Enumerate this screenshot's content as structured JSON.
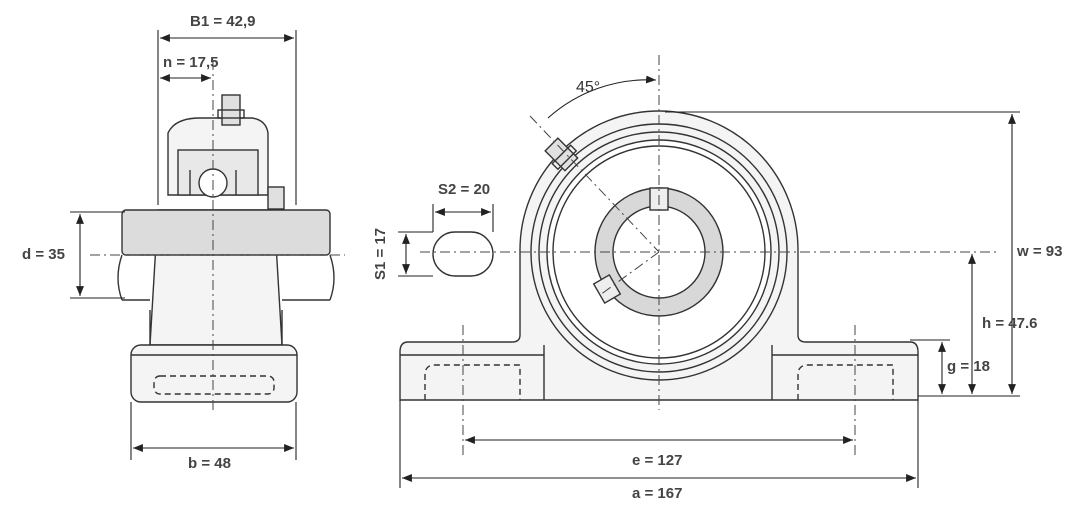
{
  "dimensions": {
    "B1": "B1 = 42,9",
    "n": "n = 17,5",
    "d": "d = 35",
    "b": "b = 48",
    "S2": "S2 = 20",
    "S1": "S1 = 17",
    "angle": "45°",
    "w": "w = 93",
    "h": "h = 47.6",
    "g": "g = 18",
    "e": "e = 127",
    "a": "a = 167"
  },
  "colors": {
    "line": "#333333",
    "shaft_fill": "#dcdcdc",
    "body_fill": "#f4f4f4",
    "ring_fill": "#d8d8d8",
    "dim_text": "#444444"
  }
}
